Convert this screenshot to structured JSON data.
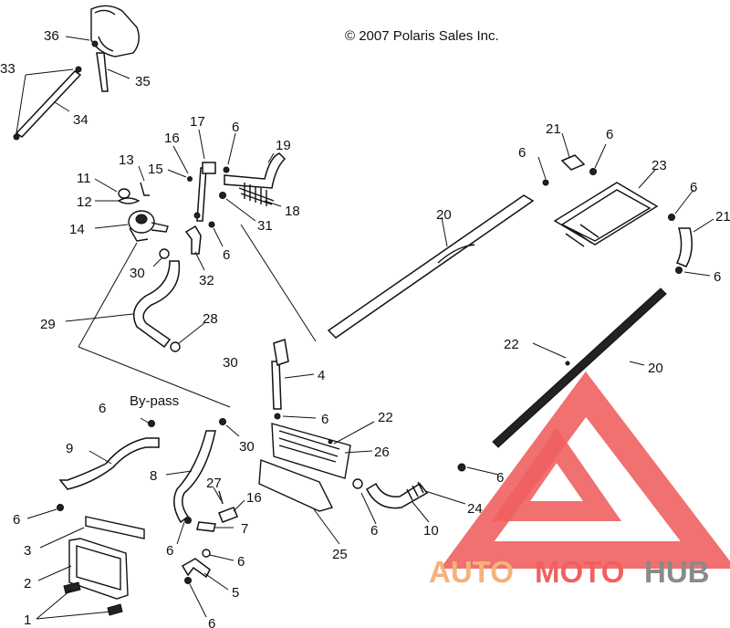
{
  "copyright": "© 2007 Polaris Sales Inc.",
  "bypass_label": "By-pass",
  "watermark": {
    "part1": "AUTO",
    "part2": "MOTO",
    "part3": "HUB",
    "color_light": "#f5b27a",
    "color_red": "#f06060",
    "color_gray": "#8a8a8a"
  },
  "callouts": {
    "c36": "36",
    "c33": "33",
    "c35": "35",
    "c34": "34",
    "c17": "17",
    "c6a": "6",
    "c19": "19",
    "c16a": "16",
    "c15": "15",
    "c13": "13",
    "c11": "11",
    "c12": "12",
    "c14": "14",
    "c18": "18",
    "c31": "31",
    "c6b": "6",
    "c30a": "30",
    "c32": "32",
    "c29": "29",
    "c28": "28",
    "c30b": "30",
    "c6c": "6",
    "c21a": "21",
    "c6d": "6",
    "c23": "23",
    "c20a": "20",
    "c6e": "6",
    "c21b": "21",
    "c6f": "6",
    "c22a": "22",
    "c20b": "20",
    "c4": "4",
    "c6g": "6",
    "c22b": "22",
    "c26": "26",
    "c6h": "6",
    "c9": "9",
    "c30c": "30",
    "c8": "8",
    "c6i": "6",
    "c3": "3",
    "c2": "2",
    "c1": "1",
    "c27": "27",
    "c16b": "16",
    "c7": "7",
    "c6j": "6",
    "c6k": "6",
    "c5": "5",
    "c6l": "6",
    "c25": "25",
    "c6m": "6",
    "c10": "10",
    "c24": "24",
    "c6n": "6"
  }
}
